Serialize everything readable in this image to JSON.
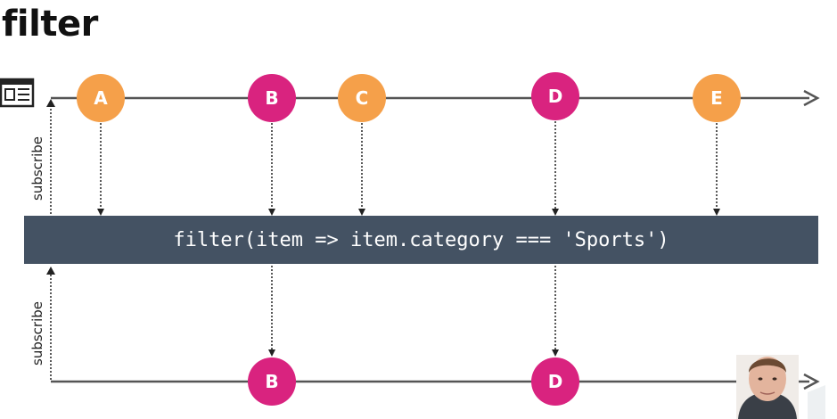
{
  "title": "filter",
  "operator": {
    "label": "filter(item => item.category === 'Sports')"
  },
  "subscribe_labels": [
    "subscribe",
    "subscribe"
  ],
  "colors": {
    "orange": "#F5A04A",
    "pink": "#D9237F",
    "operator_bg": "#445263",
    "line": "#555555"
  },
  "source_stream": {
    "marbles": [
      {
        "label": "A",
        "category": "orange"
      },
      {
        "label": "B",
        "category": "pink"
      },
      {
        "label": "C",
        "category": "orange"
      },
      {
        "label": "D",
        "category": "pink"
      },
      {
        "label": "E",
        "category": "orange"
      }
    ]
  },
  "result_stream": {
    "marbles": [
      {
        "label": "B",
        "category": "pink"
      },
      {
        "label": "D",
        "category": "pink"
      }
    ]
  },
  "icons": [
    "newspaper-icon",
    "presenter-avatar"
  ]
}
